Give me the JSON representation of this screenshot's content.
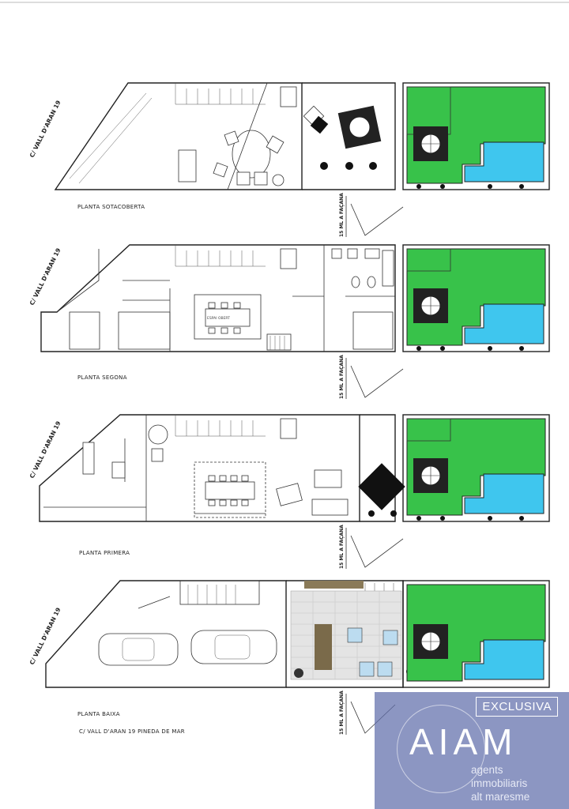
{
  "floors": [
    {
      "name": "PLANTA SOTACOBERTA",
      "street": "C/ VALL D'ARAN 19",
      "facade": "15 ML A FAÇANA",
      "rooms": []
    },
    {
      "name": "PLANTA SEGONA",
      "street": "C/ VALL D'ARAN 19",
      "facade": "15 ML A FAÇANA",
      "rooms": [
        "ESPAI OBERT"
      ]
    },
    {
      "name": "PLANTA PRIMERA",
      "street": "C/ VALL D'ARAN 19",
      "facade": "15 ML A FAÇANA",
      "rooms": []
    },
    {
      "name": "PLANTA BAIXA",
      "street": "C/ VALL D'ARAN 19",
      "facade": "15 ML A FAÇANA",
      "rooms": []
    }
  ],
  "address": "C/ VALL D'ARAN 19 PINEDA DE MAR",
  "badge": {
    "exclusive": "EXCLUSIVA",
    "brand": "AIAM",
    "tagline": [
      "agents",
      "immobiliaris",
      "alt maresme"
    ]
  },
  "colors": {
    "grass": "#38c24a",
    "pool": "#3fc6ee",
    "badge": "#606eaa"
  }
}
